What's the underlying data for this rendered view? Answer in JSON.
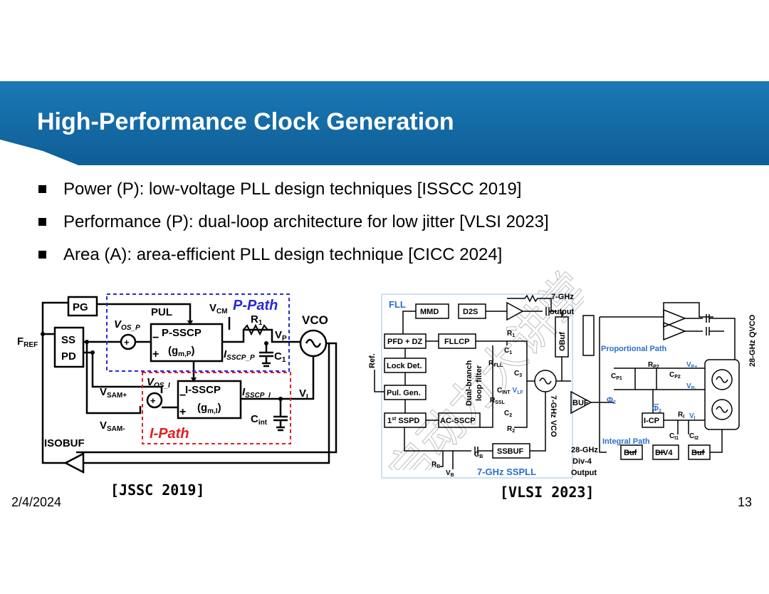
{
  "slide": {
    "title": "High-Performance Clock Generation",
    "bullets": [
      "Power (P): low-voltage PLL design techniques [ISSCC 2019]",
      "Performance (P): dual-loop architecture for low jitter [VLSI 2023]",
      "Area (A): area-efficient PLL design technique [CICC 2024]"
    ],
    "date": "2/4/2024",
    "page_number": "13",
    "watermark": "启动力大讲堂",
    "colors": {
      "banner": "#0f5e96",
      "banner_light": "#1b78b5",
      "p_path": "#2828d8",
      "i_path": "#e02020",
      "blue_label": "#2a6fc9"
    }
  },
  "figure_left": {
    "caption": "[JSSC 2019]",
    "labels": {
      "pg": "PG",
      "pul": "PUL",
      "vcm": "V",
      "vcm_sub": "CM",
      "p_path": "P-Path",
      "vco": "VCO",
      "fref": "F",
      "fref_sub": "REF",
      "sspd_1": "SS",
      "sspd_2": "PD",
      "vos_p": "V",
      "vos_p_sub": "OS_P",
      "psscp": "P-SSCP",
      "gmp": "(g",
      "gmp_sub": "m,P",
      "gmp_end": ")",
      "r1": "R",
      "r1_sub": "1",
      "vp": "V",
      "vp_sub": "P",
      "isscp_p": "I",
      "isscp_p_sub": "SSCP_P",
      "c1": "C",
      "c1_sub": "1",
      "vos_i": "V",
      "vos_i_sub": "OS_I",
      "isscp": "I-SSCP",
      "gmi": "(g",
      "gmi_sub": "m,I",
      "gmi_end": ")",
      "isscp_i": "I",
      "isscp_i_sub": "SSCP_I",
      "vi": "V",
      "vi_sub": "I",
      "cint": "C",
      "cint_sub": "int",
      "vsam_p": "V",
      "vsam_p_sub": "SAM+",
      "vsam_m": "V",
      "vsam_m_sub": "SAM-",
      "i_path": "I-Path",
      "isobuf": "ISOBUF",
      "plus": "+",
      "minus": "−"
    }
  },
  "figure_right": {
    "caption": "[VLSI 2023]",
    "labels": {
      "fll": "FLL",
      "mmd": "MMD",
      "d2s": "D2S",
      "out_7g_1": "7-GHz",
      "out_7g_2": "output",
      "ref": "Ref.",
      "pfd_dz": "PFD + DZ",
      "fllcp": "FLLCP",
      "r1": "R",
      "r1_sub": "1",
      "c1": "C",
      "c1_sub": "1",
      "rfll": "R",
      "rfll_sub": "FLL",
      "c3": "C",
      "c3_sub": "3",
      "cint": "C",
      "cint_sub": "INT",
      "vlf": "V",
      "vlf_sub": "LF",
      "rssl": "R",
      "rssl_sub": "SSL",
      "c2": "C",
      "c2_sub": "2",
      "r2": "R",
      "r2_sub": "2",
      "lock_det": "Lock Det.",
      "pul_gen": "Pul. Gen.",
      "sspd": "1",
      "sspd_sup": "st",
      "sspd_end": " SSPD",
      "acsscp": "AC-SSCP",
      "dual_branch_1": "Dual-branch",
      "dual_branch_2": "loop filter",
      "vco_label": "7-GHz VCO",
      "obuf": "OBuf",
      "buf": "BUF",
      "cb": "C",
      "cb_sub": "B",
      "ssbuf": "SSBUF",
      "rb": "R",
      "rb_sub": "B",
      "vb": "V",
      "vb_sub": "B",
      "sspll": "7-GHz SSPLL",
      "prop_path": "Proportional Path",
      "cp1": "C",
      "cp1_sub": "P1",
      "rp2": "R",
      "rp2_sub": "P2",
      "cp2": "C",
      "cp2_sub": "P2",
      "vp_plus": "V",
      "vp_plus_sub": "P+",
      "vp_minus": "V",
      "vp_minus_sub": "P-",
      "phi2": "Φ",
      "phi2_sub": "2",
      "phi2b": "Φ",
      "phi2b_sub": "2",
      "ri": "R",
      "ri_sub": "I",
      "vi": "V",
      "vi_sub": "I",
      "icp": "I-CP",
      "ci1": "C",
      "ci1_sub": "I1",
      "ci2": "C",
      "ci2_sub": "I2",
      "integral_path": "Integral Path",
      "qvco": "28-GHz QVCO",
      "div4_1": "28-GHz",
      "div4_2": "Div-4",
      "div4_3": "Output",
      "buf1": "Buf",
      "div4": "DIV4",
      "buf2": "Buf"
    }
  }
}
